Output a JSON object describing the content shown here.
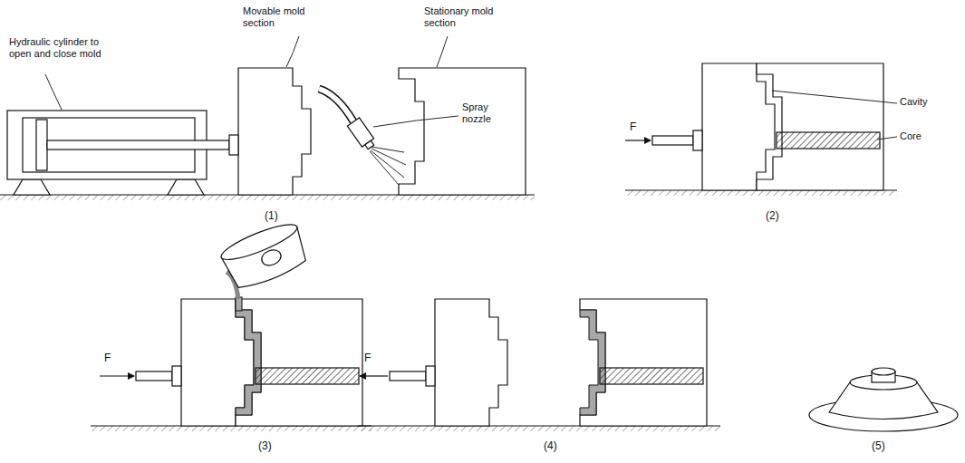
{
  "diagram": {
    "labels": [
      "Hydraulic cylinder to open and close mold",
      "Movable mold section",
      "Stationary mold section",
      "Spray nozzle",
      "(1)",
      "Cavity",
      "Core",
      "F",
      "(2)",
      "F",
      "(3)",
      "F",
      "(4)",
      "(5)"
    ]
  }
}
